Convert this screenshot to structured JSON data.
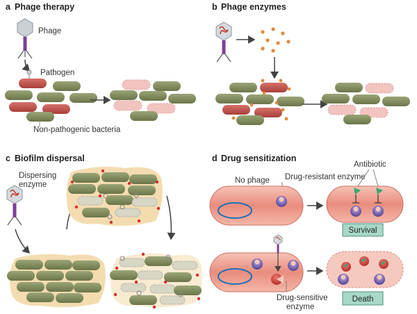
{
  "panels": {
    "a": {
      "letter": "a",
      "title": "Phage therapy",
      "phage_label": "Phage",
      "pathogen_label": "Pathogen",
      "nonpath_label": "Non-pathogenic bacteria"
    },
    "b": {
      "letter": "b",
      "title": "Phage enzymes"
    },
    "c": {
      "letter": "c",
      "title": "Biofilm dispersal",
      "enzyme_label_1": "Dispersing",
      "enzyme_label_2": "enzyme"
    },
    "d": {
      "letter": "d",
      "title": "Drug sensitization",
      "no_phage_label": "No phage",
      "resistant_label": "Drug-resistant enzyme",
      "antibiotic_label": "Antibiotic",
      "survival_label": "Survival",
      "sensitive_label_1": "Drug-sensitive",
      "sensitive_label_2": "enzyme",
      "death_label": "Death"
    }
  },
  "colors": {
    "nonpath_bacterium": "#7e8a5e",
    "pathogen": "#c0504d",
    "lysed": "#f2c4c0",
    "phage_head": "#c9d0d6",
    "phage_tail": "#7d3f98",
    "enzyme_dot": "#e08a3c",
    "biofilm": "#f3dcb0",
    "cell_fill": "#f0a89b",
    "survival_box": "#a8d8c7",
    "arrow": "#444444"
  }
}
